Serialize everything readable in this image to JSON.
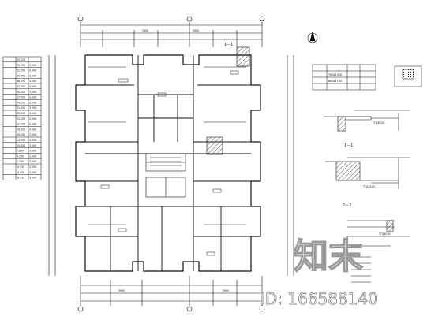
{
  "plan": {
    "title": "1－1",
    "dim_top_left": "3900",
    "dim_top_right": "3900",
    "dim_bottom_left": "3900",
    "dim_bottom_right": "3900"
  },
  "level_table": {
    "header": [
      "",
      "55.720",
      ""
    ],
    "rows": [
      [
        "",
        "55.790",
        "3.000"
      ],
      [
        "",
        "52.250",
        "3.000"
      ],
      [
        "",
        "49.250",
        "3.000"
      ],
      [
        "",
        "46.250",
        "3.000"
      ],
      [
        "",
        "43.250",
        "3.000"
      ],
      [
        "",
        "40.250",
        "3.000"
      ],
      [
        "",
        "37.250",
        "3.000"
      ],
      [
        "",
        "34.250",
        "3.000"
      ],
      [
        "",
        "31.250",
        "3.000"
      ],
      [
        "",
        "28.250",
        "3.000"
      ],
      [
        "",
        "25.250",
        "3.000"
      ],
      [
        "",
        "22.250",
        "3.000"
      ],
      [
        "",
        "19.250",
        "3.000"
      ],
      [
        "",
        "16.250",
        "3.000"
      ],
      [
        "",
        "13.250",
        "3.000"
      ],
      [
        "",
        "10.250",
        "3.000"
      ],
      [
        "",
        "7.250",
        "3.000"
      ],
      [
        "",
        "4.250",
        "3.000"
      ],
      [
        "",
        "1.250",
        "3.000"
      ],
      [
        "",
        "-0.050",
        "3.000"
      ],
      [
        "",
        "-3.050",
        "3.000"
      ],
      [
        "",
        "-6.050",
        "3.000"
      ]
    ]
  },
  "opening_table": {
    "rows": [
      [
        "",
        "700x1300",
        ""
      ],
      [
        "",
        "800x1750",
        ""
      ]
    ]
  },
  "sections": {
    "s11": {
      "label": "1－1",
      "tag": "TTJ28100"
    },
    "s22": {
      "label": "2－2",
      "tag": "TTJ28100"
    }
  },
  "detail": {
    "tag": "TTJ28100"
  },
  "watermark": {
    "logo_text": "知末",
    "id_text": "ID: 166588140"
  },
  "colors": {
    "ink": "#111111",
    "paper": "#ffffff",
    "hatch": "#222222"
  }
}
